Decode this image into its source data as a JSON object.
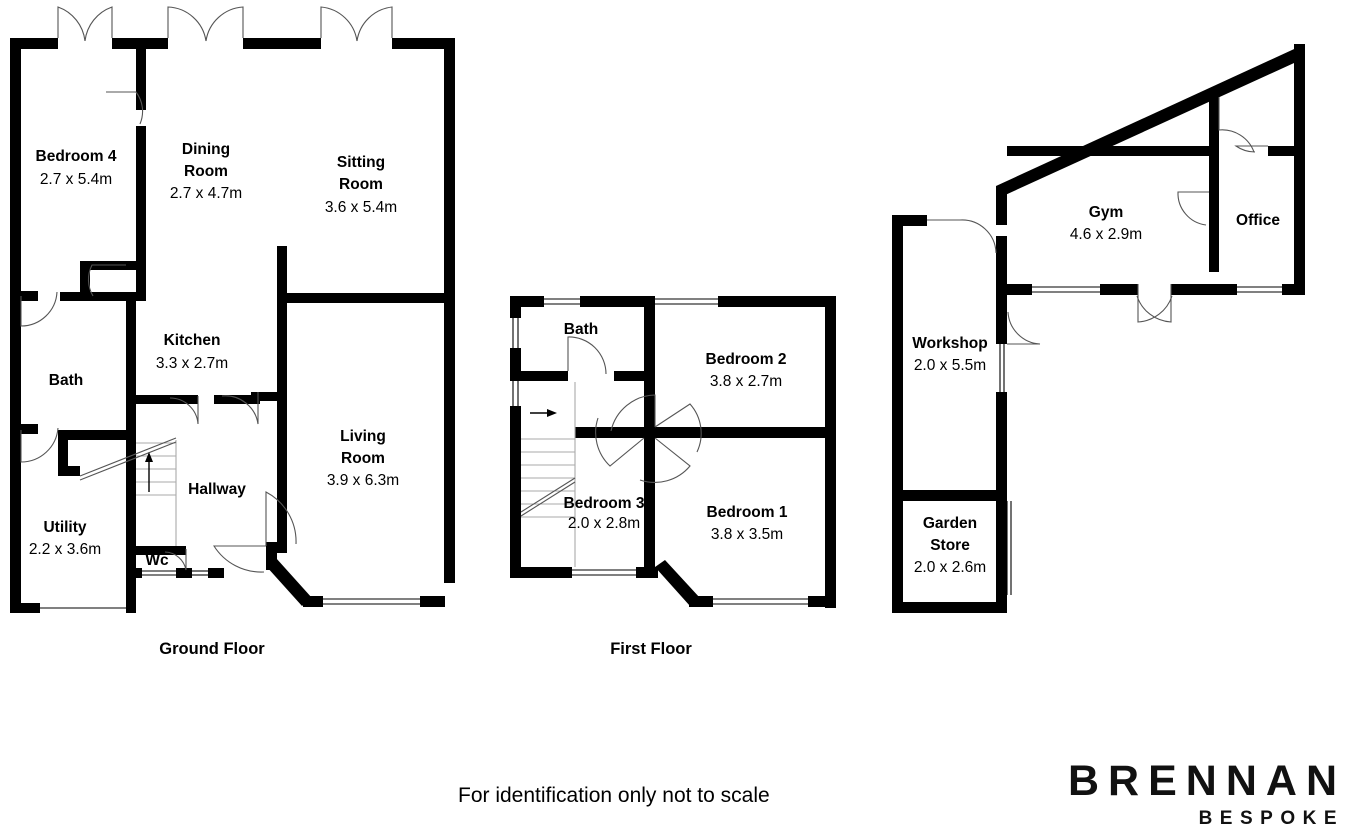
{
  "document": {
    "type": "floor-plan",
    "disclaimer": "For identification only not to scale"
  },
  "brand": {
    "name": "BRENNAN",
    "tagline": "BESPOKE"
  },
  "floors": [
    {
      "id": "ground",
      "title": "Ground Floor",
      "rooms": [
        {
          "name": "Bedroom 4",
          "dimensions": "2.7 x 5.4m"
        },
        {
          "name": "Dining Room",
          "dimensions": "2.7 x 4.7m"
        },
        {
          "name": "Sitting Room",
          "dimensions": "3.6 x 5.4m"
        },
        {
          "name": "Kitchen",
          "dimensions": "3.3 x 2.7m"
        },
        {
          "name": "Bath",
          "dimensions": ""
        },
        {
          "name": "Living Room",
          "dimensions": "3.9 x 6.3m"
        },
        {
          "name": "Hallway",
          "dimensions": ""
        },
        {
          "name": "Utility",
          "dimensions": "2.2 x 3.6m"
        },
        {
          "name": "Wc",
          "dimensions": ""
        }
      ]
    },
    {
      "id": "first",
      "title": "First Floor",
      "rooms": [
        {
          "name": "Bath",
          "dimensions": ""
        },
        {
          "name": "Bedroom 2",
          "dimensions": "3.8 x 2.7m"
        },
        {
          "name": "Bedroom 3",
          "dimensions": "2.0 x 2.8m"
        },
        {
          "name": "Bedroom 1",
          "dimensions": "3.8 x 3.5m"
        }
      ]
    },
    {
      "id": "outbuilding",
      "title": "",
      "rooms": [
        {
          "name": "Gym",
          "dimensions": "4.6 x 2.9m"
        },
        {
          "name": "Office",
          "dimensions": ""
        },
        {
          "name": "Workshop",
          "dimensions": "2.0 x 5.5m"
        },
        {
          "name": "Garden Store",
          "dimensions": "2.0 x 2.6m"
        }
      ]
    }
  ],
  "labels": {
    "ground": {
      "bedroom4_name": "Bedroom 4",
      "bedroom4_dim": "2.7 x 5.4m",
      "dining_name1": "Dining",
      "dining_name2": "Room",
      "dining_dim": "2.7 x 4.7m",
      "sitting_name1": "Sitting",
      "sitting_name2": "Room",
      "sitting_dim": "3.6 x 5.4m",
      "kitchen_name": "Kitchen",
      "kitchen_dim": "3.3 x 2.7m",
      "bath_name": "Bath",
      "living_name1": "Living",
      "living_name2": "Room",
      "living_dim": "3.9 x 6.3m",
      "hallway_name": "Hallway",
      "utility_name": "Utility",
      "utility_dim": "2.2 x 3.6m",
      "wc_name": "Wc",
      "title": "Ground Floor"
    },
    "first": {
      "bath_name": "Bath",
      "bedroom2_name": "Bedroom 2",
      "bedroom2_dim": "3.8 x 2.7m",
      "bedroom3_name": "Bedroom 3",
      "bedroom3_dim": "2.0 x 2.8m",
      "bedroom1_name": "Bedroom 1",
      "bedroom1_dim": "3.8 x 3.5m",
      "title": "First Floor"
    },
    "outbuilding": {
      "gym_name": "Gym",
      "gym_dim": "4.6 x 2.9m",
      "office_name": "Office",
      "workshop_name": "Workshop",
      "workshop_dim": "2.0 x 5.5m",
      "store_name1": "Garden",
      "store_name2": "Store",
      "store_dim": "2.0 x 2.6m"
    }
  },
  "colors": {
    "wall": "#000000",
    "background": "#ffffff",
    "door_arc": "#555555",
    "text": "#000000"
  }
}
